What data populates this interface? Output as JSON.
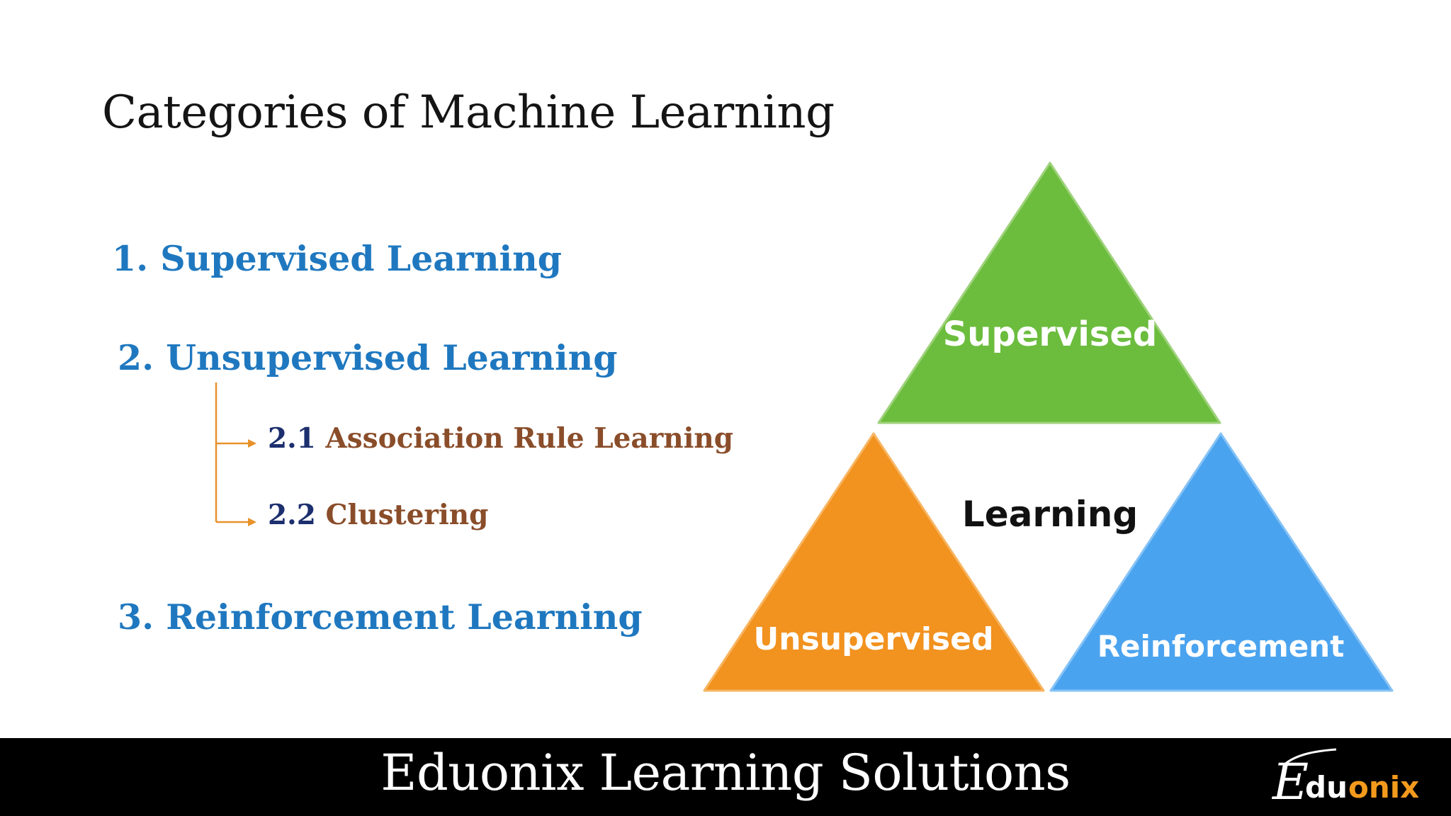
{
  "slide": {
    "title": "Categories of Machine Learning"
  },
  "list": {
    "item1": "1. Supervised Learning",
    "item2": "2. Unsupervised Learning",
    "item2_1_number": "2.1",
    "item2_1_label": "Association Rule Learning",
    "item2_2_number": "2.2",
    "item2_2_label": "Clustering",
    "item3": "3. Reinforcement Learning"
  },
  "diagram": {
    "center_label": "Learning",
    "top_label": "Supervised",
    "left_label": "Unsupervised",
    "right_label": "Reinforcement",
    "colors": {
      "supervised": "#6cbd3e",
      "unsupervised": "#f2921f",
      "reinforcement": "#4aa3ef",
      "connector": "#e8922a"
    }
  },
  "footer": {
    "text": "Eduonix Learning Solutions",
    "logo": {
      "letter_e": "E",
      "part1": "du",
      "part2": "onix"
    }
  }
}
